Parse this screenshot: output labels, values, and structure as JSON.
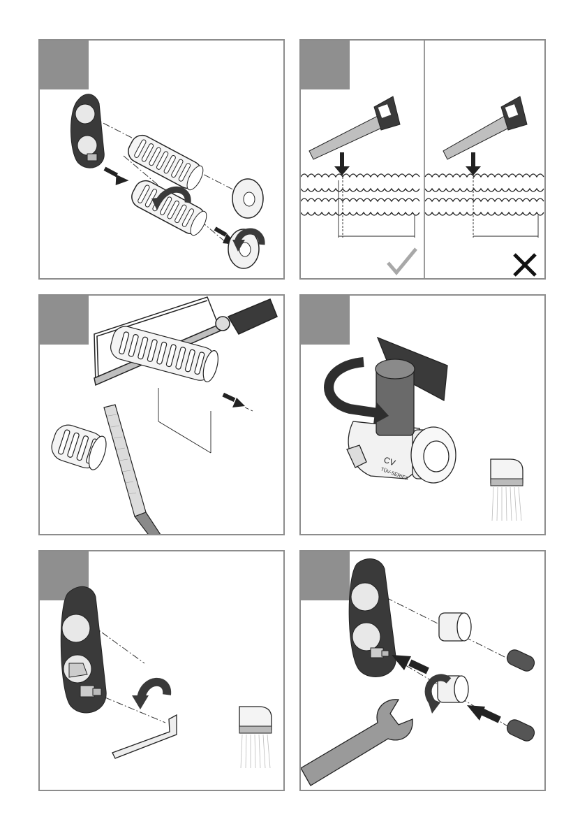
{
  "page": {
    "background": "#ffffff",
    "frame_color": "#8c8c8c",
    "tab_color": "#8f8f8f"
  },
  "panels": [
    {
      "id": "p1",
      "step_label": "",
      "icons": [
        "mounting-plate-icon",
        "coupling-sleeve-icon",
        "washer-icon",
        "rotate-arrow-icon",
        "push-arrow-icon"
      ]
    },
    {
      "id": "p2",
      "step_label": "",
      "icons": [
        "saw-icon",
        "corrugated-pipe-icon",
        "check-mark-icon",
        "cross-mark-icon",
        "down-arrow-icon"
      ]
    },
    {
      "id": "p3",
      "step_label": "",
      "icons": [
        "hacksaw-icon",
        "corrugated-pipe-icon",
        "file-tool-icon",
        "push-arrow-icon"
      ]
    },
    {
      "id": "p4",
      "step_label": "",
      "valve_marking": [
        "CV",
        "TÜV-SERIES"
      ],
      "icons": [
        "ball-valve-icon",
        "rotate-arrow-icon",
        "brush-icon"
      ]
    },
    {
      "id": "p5",
      "step_label": "",
      "icons": [
        "mounting-plate-icon",
        "hex-key-icon",
        "rotate-arrow-icon",
        "brush-icon"
      ]
    },
    {
      "id": "p6",
      "step_label": "",
      "icons": [
        "mounting-plate-icon",
        "nut-icon",
        "wrench-icon",
        "push-arrow-icon",
        "rotate-arrow-icon"
      ]
    }
  ]
}
